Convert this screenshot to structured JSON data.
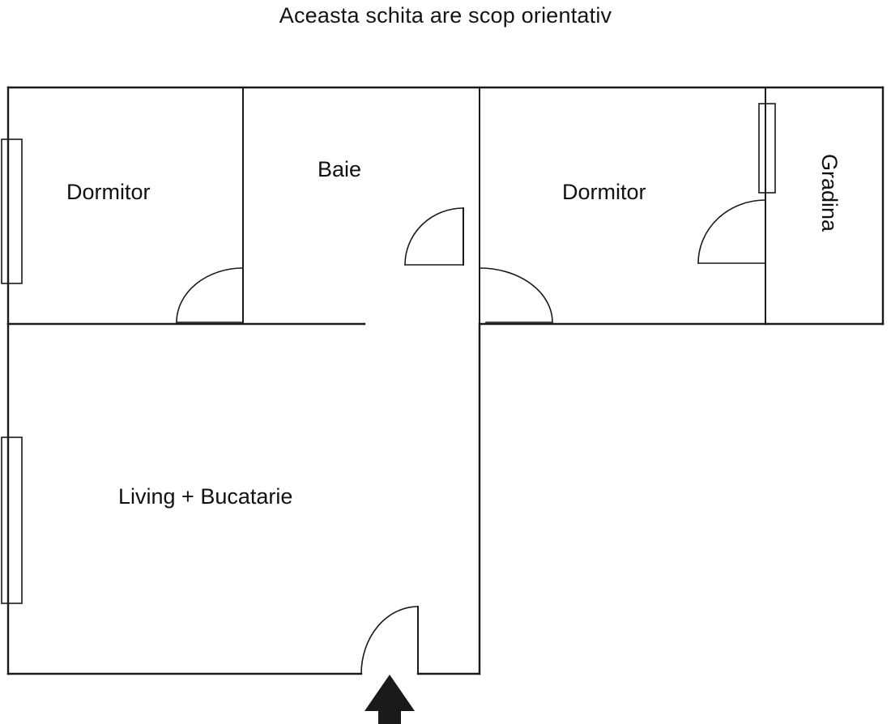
{
  "page": {
    "title": "Aceasta schita are scop orientativ",
    "background_color": "#ffffff",
    "line_color": "#1a1a1a",
    "arrow_color": "#1a1a1a"
  },
  "floorplan": {
    "rooms": [
      {
        "id": "dormitor-left",
        "label": "Dormitor",
        "orientation": "horizontal"
      },
      {
        "id": "baie",
        "label": "Baie",
        "orientation": "horizontal"
      },
      {
        "id": "dormitor-right",
        "label": "Dormitor",
        "orientation": "horizontal"
      },
      {
        "id": "gradina",
        "label": "Gradina",
        "orientation": "vertical"
      },
      {
        "id": "living",
        "label": "Living + Bucatarie",
        "orientation": "horizontal"
      }
    ],
    "windows": [
      {
        "id": "window-dormitor-left",
        "wall": "left-exterior"
      },
      {
        "id": "window-living",
        "wall": "left-exterior"
      },
      {
        "id": "window-gradina",
        "wall": "garden-partition"
      }
    ],
    "doors": [
      {
        "id": "door-dormitor-left",
        "swing": "into-hall"
      },
      {
        "id": "door-baie",
        "swing": "into-hall"
      },
      {
        "id": "door-dormitor-right",
        "swing": "into-hall"
      },
      {
        "id": "door-gradina",
        "swing": "into-bedroom"
      },
      {
        "id": "door-entrance",
        "swing": "into-living"
      }
    ],
    "entrance": {
      "id": "entrance-arrow",
      "marker": "arrow-up"
    }
  }
}
